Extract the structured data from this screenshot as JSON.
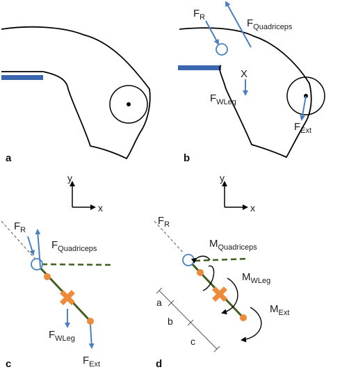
{
  "panels": {
    "a": {
      "letter": "a"
    },
    "b": {
      "letter": "b",
      "f_r": "F",
      "f_r_sub": "R",
      "f_quad": "F",
      "f_quad_sub": "Quadriceps",
      "x_mark": "X",
      "f_wleg": "F",
      "f_wleg_sub": "WLeg",
      "f_ext": "F",
      "f_ext_sub": "Ext"
    },
    "c": {
      "letter": "c",
      "f_r": "F",
      "f_r_sub": "R",
      "f_quad": "F",
      "f_quad_sub": "Quadriceps",
      "f_wleg": "F",
      "f_wleg_sub": "WLeg",
      "f_ext": "F",
      "f_ext_sub": "Ext"
    },
    "d": {
      "letter": "d",
      "f_r": "F",
      "f_r_sub": "R",
      "m_quad": "M",
      "m_quad_sub": "Quadriceps",
      "m_wleg": "M",
      "m_wleg_sub": "WLeg",
      "m_ext": "M",
      "m_ext_sub": "Ext",
      "seg_a": "a",
      "seg_b": "b",
      "seg_c": "c"
    }
  },
  "axes": {
    "x_label": "x",
    "y_label": "y"
  },
  "colors": {
    "force": "#4a7fc1",
    "segment": "#3f5f1f",
    "dashed": "#3f5f1f",
    "joint": "#ee8a3c",
    "leg_outline": "#000000",
    "table": "#3a66b0"
  }
}
